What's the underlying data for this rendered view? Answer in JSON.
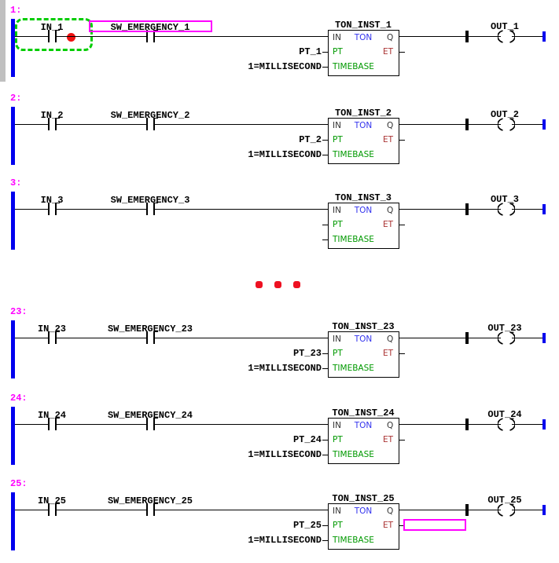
{
  "colors": {
    "power_rail": "#0000EE",
    "rung_number_text": "#FF00FF",
    "selection_dashed": "#00CC00",
    "breakpoint_dot": "#EE1111",
    "selection_box": "#FF00FF",
    "block_type_text": "#3333EE",
    "pin_green_text": "#009900",
    "pin_et_text": "#AA3333",
    "pin_io_text": "#333333",
    "wire": "#000000",
    "margin_strip": "#C0C0C0"
  },
  "block_pins": {
    "in": "IN",
    "type": "TON",
    "q": "Q",
    "pt": "PT",
    "et": "ET",
    "timebase": "TIMEBASE"
  },
  "ellipsis_dots": 3,
  "rungs": [
    {
      "number": "1:",
      "input": "IN_1",
      "switch": "SW_EMERGENCY_1",
      "instance": "TON_INST_1",
      "pt": "PT_1",
      "timebase": "1=MILLISECOND",
      "output": "OUT_1"
    },
    {
      "number": "2:",
      "input": "IN_2",
      "switch": "SW_EMERGENCY_2",
      "instance": "TON_INST_2",
      "pt": "PT_2",
      "timebase": "1=MILLISECOND",
      "output": "OUT_2"
    },
    {
      "number": "3:",
      "input": "IN_3",
      "switch": "SW_EMERGENCY_3",
      "instance": "TON_INST_3",
      "output": "OUT_3"
    },
    {
      "number": "23:",
      "input": "IN_23",
      "switch": "SW_EMERGENCY_23",
      "instance": "TON_INST_23",
      "pt": "PT_23",
      "timebase": "1=MILLISECOND",
      "output": "OUT_23"
    },
    {
      "number": "24:",
      "input": "IN_24",
      "switch": "SW_EMERGENCY_24",
      "instance": "TON_INST_24",
      "pt": "PT_24",
      "timebase": "1=MILLISECOND",
      "output": "OUT_24"
    },
    {
      "number": "25:",
      "input": "IN_25",
      "switch": "SW_EMERGENCY_25",
      "instance": "TON_INST_25",
      "pt": "PT_25",
      "timebase": "1=MILLISECOND",
      "output": "OUT_25"
    }
  ]
}
